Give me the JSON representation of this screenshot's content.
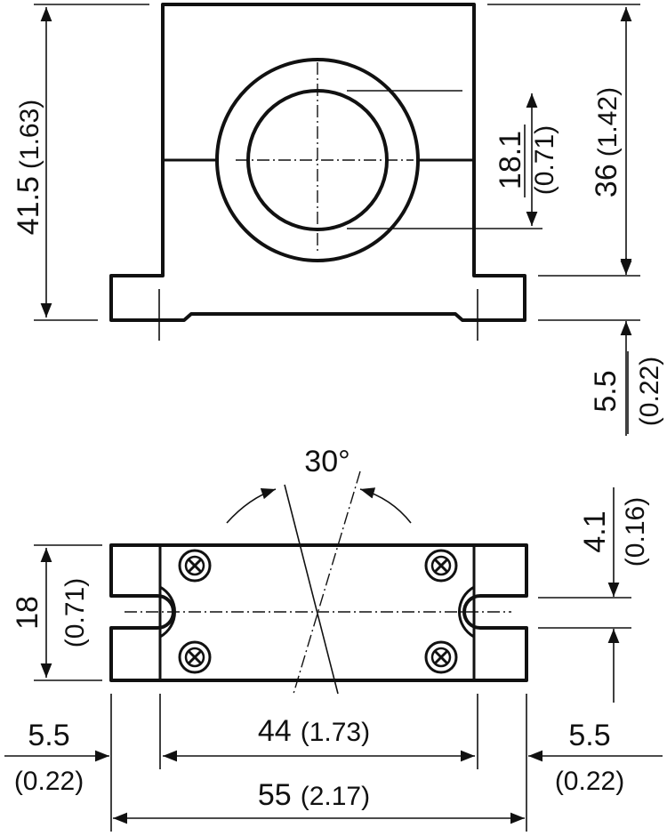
{
  "top_view": {
    "height_total": {
      "value": "41.5",
      "inch": "(1.63)"
    },
    "height_axis": {
      "value": "36",
      "inch": "(1.42)"
    },
    "bore_diameter": {
      "value": "18.1",
      "inch": "(0.71)"
    },
    "base_thickness": {
      "value": "5.5",
      "inch": "(0.22)"
    }
  },
  "bottom_view": {
    "angle": "30°",
    "width": {
      "value": "18",
      "inch": "(0.71)"
    },
    "slot_width": {
      "value": "4.1",
      "inch": "(0.16)"
    },
    "hole_spacing": {
      "value": "44",
      "inch": "(1.73)"
    },
    "total_length": {
      "value": "55",
      "inch": "(2.17)"
    },
    "left_offset": {
      "value": "5.5",
      "inch": "(0.22)"
    },
    "right_offset": {
      "value": "5.5",
      "inch": "(0.22)"
    }
  },
  "colors": {
    "line": "#111111",
    "background": "#ffffff"
  }
}
